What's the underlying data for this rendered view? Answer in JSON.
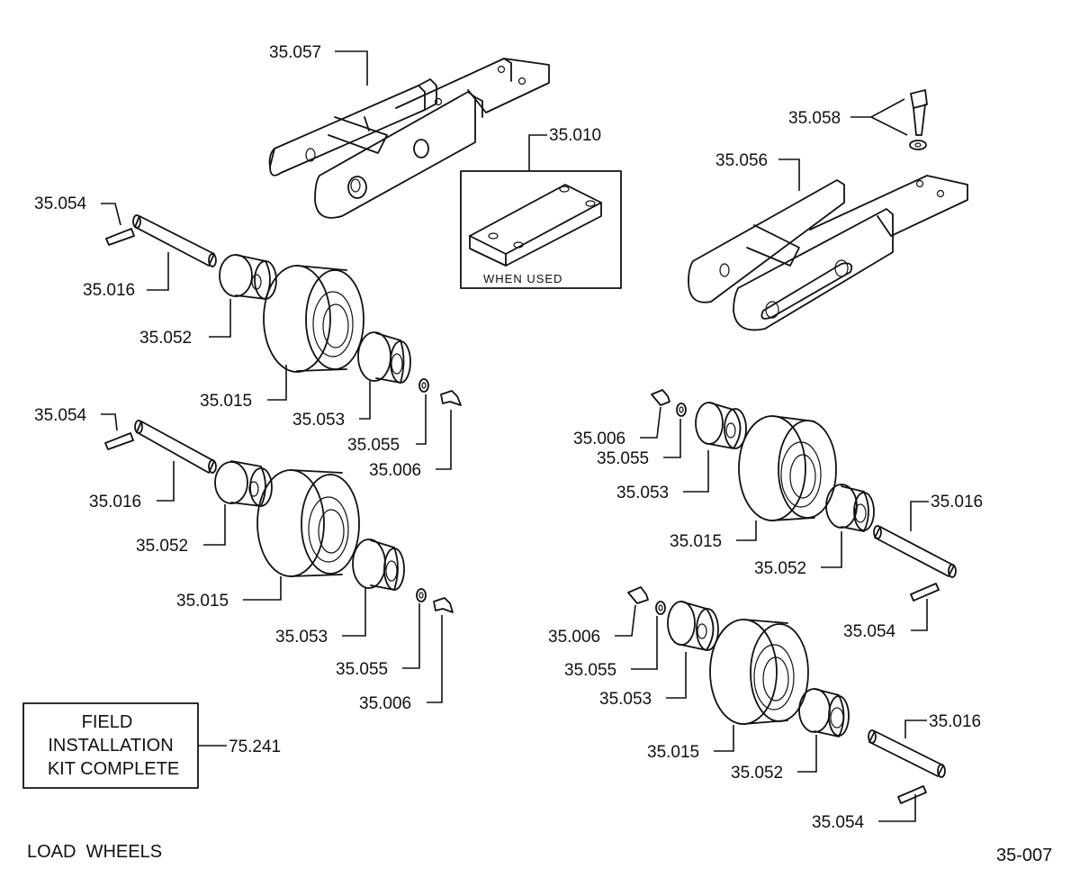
{
  "page": {
    "title": "LOAD  WHEELS",
    "drawing_number": "35-007"
  },
  "kit": {
    "line1": "FIELD",
    "line2": "INSTALLATION",
    "line3": "KIT COMPLETE",
    "part": "75.241"
  },
  "when_used": "WHEN USED",
  "top": {
    "arm_a": "35.057",
    "arm_b": "35.056",
    "plate": "35.010",
    "bolt": "35.058"
  },
  "left_upper": {
    "pin_clip": "35.054",
    "axle": "35.016",
    "hub": "35.052",
    "wheel": "35.015",
    "bushing": "35.053",
    "washer": "35.055",
    "fitting": "35.006"
  },
  "left_lower": {
    "pin_clip": "35.054",
    "axle": "35.016",
    "hub": "35.052",
    "wheel": "35.015",
    "bushing": "35.053",
    "washer": "35.055",
    "fitting": "35.006"
  },
  "right_upper": {
    "fitting": "35.006",
    "washer": "35.055",
    "bushing": "35.053",
    "wheel": "35.015",
    "hub": "35.052",
    "axle": "35.016",
    "pin_clip": "35.054"
  },
  "right_lower": {
    "fitting": "35.006",
    "washer": "35.055",
    "bushing": "35.053",
    "wheel": "35.015",
    "hub": "35.052",
    "axle": "35.016",
    "pin_clip": "35.054"
  }
}
